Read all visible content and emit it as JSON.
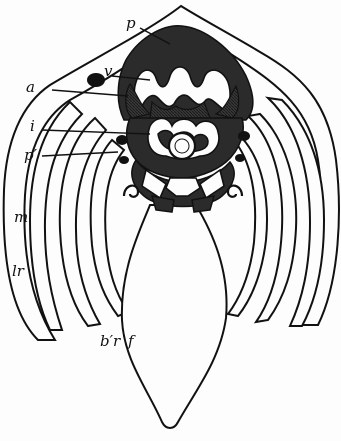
{
  "labels": {
    "p": "p",
    "v": "v",
    "a": "a",
    "i": "i",
    "p_prime": "p′",
    "m": "m",
    "lr": "lr",
    "br_prime": "b′r",
    "f": "f"
  }
}
